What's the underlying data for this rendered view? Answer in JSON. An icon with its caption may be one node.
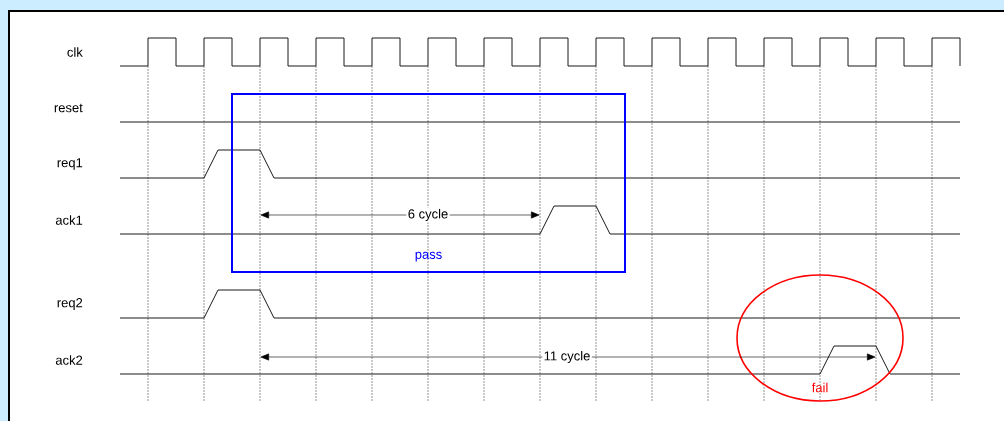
{
  "diagram": {
    "nodes": [
      {
        "text": [
          "pass"
        ]
      },
      {
        "text": [
          "fail"
        ]
      }
    ],
    "labels": [
      "clk",
      "reset",
      "req1",
      "ack1",
      "6 cycle",
      "req2",
      "ack2",
      "11 cycle"
    ]
  }
}
